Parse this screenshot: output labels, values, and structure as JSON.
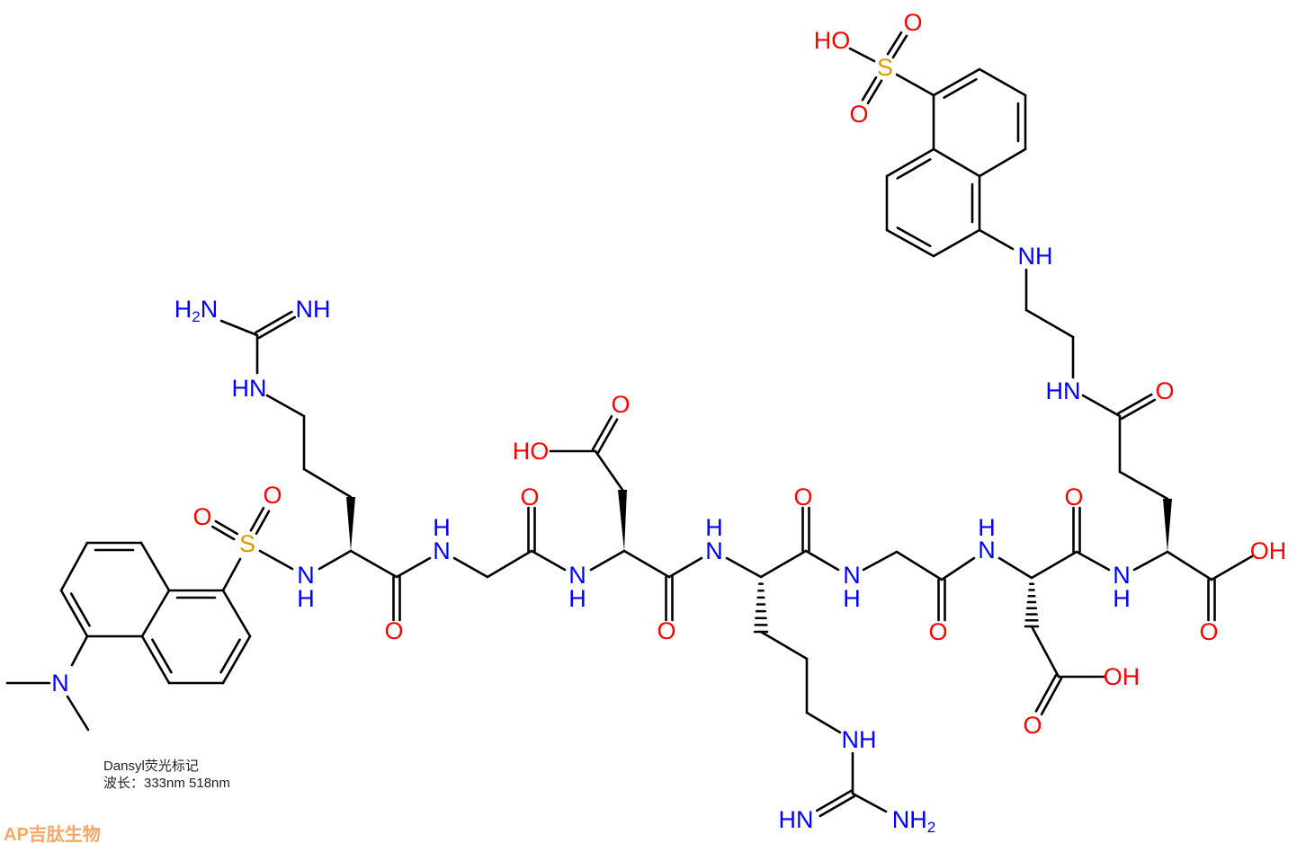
{
  "title": "Dansyl-Arg-Gly-Asp-Arg-Gly-Asp-Glu(EDANS) structure",
  "labels": {
    "arg1_h2n": {
      "main": "H",
      "sub": "2",
      "tail": "N"
    },
    "arg1_nh": "NH",
    "arg1_hn": "HN",
    "dansyl_n": "N",
    "dansyl_s": "S",
    "dansyl_o1": "O",
    "dansyl_o2": "O",
    "sulfonamide_n": "N",
    "sulfonamide_h": "H",
    "arg1_co_o": "O",
    "gly1_n": "N",
    "gly1_h": "H",
    "gly1_co_o": "O",
    "asp1_n": "N",
    "asp1_h": "H",
    "asp1_ho": "HO",
    "asp1_side_o": "O",
    "asp1_co_o": "O",
    "arg2_n": "N",
    "arg2_h": "H",
    "arg2_co_o": "O",
    "arg2_side_nh": "NH",
    "arg2_hn": "HN",
    "arg2_nh2": {
      "main": "NH",
      "sub": "2"
    },
    "gly2_n": "N",
    "gly2_h": "H",
    "gly2_co_o": "O",
    "asp2_n": "N",
    "asp2_h": "H",
    "asp2_co_o": "O",
    "asp2_oh": "OH",
    "asp2_side_o": "O",
    "glu_n": "N",
    "glu_h": "H",
    "glu_co_o": "O",
    "glu_oh": "OH",
    "glu_side_hn": "HN",
    "glu_side_o": "O",
    "edans_nh": "NH",
    "edans_s": "S",
    "edans_o1": "O",
    "edans_o2": "O",
    "edans_ho": "HO"
  },
  "notes": {
    "line1": "Dansyl荧光标记",
    "line2": "波长：333nm 518nm"
  },
  "watermark": "AP吉肽生物",
  "colors": {
    "nitrogen": "#0000ff",
    "oxygen": "#ff0000",
    "sulfur": "#d99a00",
    "bond": "#000000",
    "watermark": "#f3a868"
  }
}
